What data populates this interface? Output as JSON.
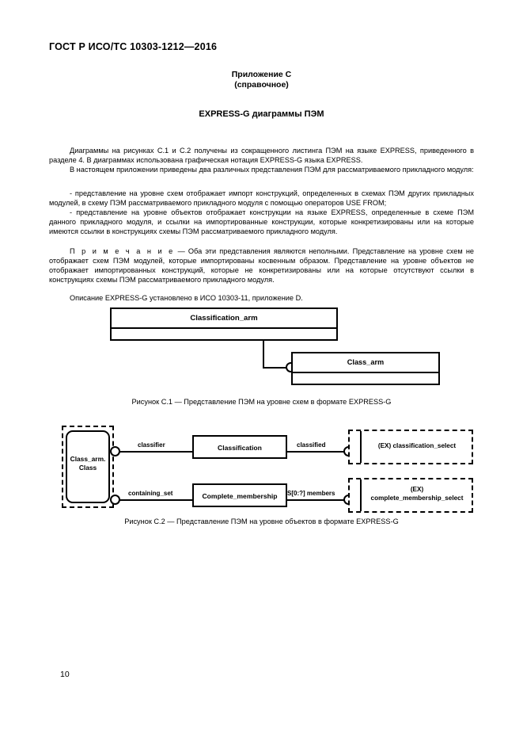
{
  "document": {
    "header": "ГОСТ Р ИСО/ТС 10303-1212—2016",
    "page_number": "10"
  },
  "annex": {
    "title": "Приложение С",
    "subtitle": "(справочное)",
    "section_title": "EXPRESS-G диаграммы ПЭМ"
  },
  "paragraphs": {
    "p1": "Диаграммы на рисунках C.1 и C.2 получены из сокращенного листинга ПЭМ на языке EXPRESS, приведенного в разделе 4. В диаграммах использована графическая нотация EXPRESS-G языка EXPRESS.",
    "p2": "В настоящем приложении приведены два различных представления ПЭМ для рассматриваемого прикладного модуля:",
    "b1": "- представление на уровне схем отображает импорт конструкций, определенных в схемах ПЭМ других прикладных модулей, в схему ПЭМ рассматриваемого прикладного модуля с помощью операторов USE FROM;",
    "b2": "- представление на уровне объектов отображает конструкции на языке EXPRESS, определенные в схеме ПЭМ данного прикладного модуля, и ссылки на импортированные конструкции, которые конкретизированы или на которые имеются ссылки в конструкциях схемы ПЭМ рассматриваемого прикладного модуля.",
    "note_label": "П р и м е ч а н и е",
    "note_dash": "  —  ",
    "note_text": "Оба эти представления являются неполными. Представление на уровне схем не отображает схем ПЭМ модулей, которые импортированы косвенным образом. Представление на уровне объектов не отображает импортированных конструкций, которые не конкретизированы или на которые отсутствуют ссылки в конструкциях схемы ПЭМ рассматриваемого прикладного модуля.",
    "p3": "Описание EXPRESS-G установлено в ИСО 10303-11, приложение D."
  },
  "figure1": {
    "caption": "Рисунок C.1 — Представление ПЭМ на уровне схем в формате EXPRESS-G",
    "boxes": [
      {
        "label": "Classification_arm"
      },
      {
        "label": "Class_arm"
      }
    ]
  },
  "figure2": {
    "caption": "Рисунок C.2 — Представление ПЭМ на уровне объектов в формате EXPRESS-G",
    "left_entity": "Class_arm.\nClass",
    "left_entity_line1": "Class_arm.",
    "left_entity_line2": "Class",
    "row1": {
      "relation_left": "classifier",
      "mid_box": "Classification",
      "relation_right": "classified",
      "target_line1": "(EX) classification_select",
      "target_line2": ""
    },
    "row2": {
      "relation_left": "containing_set",
      "mid_box": "Complete_membership",
      "relation_right": "S[0:?] members",
      "target_line1": "(EX)",
      "target_line2": "complete_membership_select"
    }
  }
}
